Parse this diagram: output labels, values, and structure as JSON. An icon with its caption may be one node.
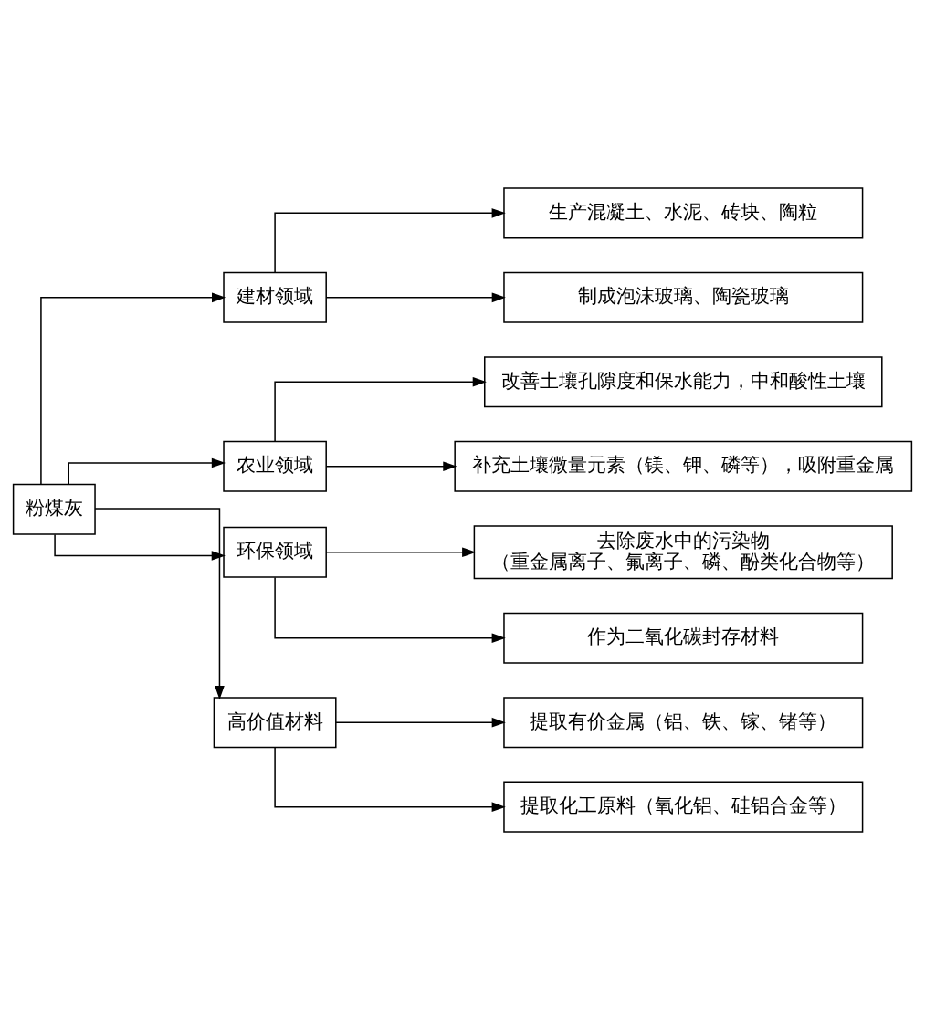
{
  "diagram": {
    "nodes": [
      {
        "text": [
          "粉煤灰"
        ]
      },
      {
        "text": [
          "建材领域"
        ]
      },
      {
        "text": [
          "生产混凝土、水泥、砖块、陶粒"
        ]
      },
      {
        "text": [
          "制成泡沫玻璃、陶瓷玻璃"
        ]
      },
      {
        "text": [
          "农业领域"
        ]
      },
      {
        "text": [
          "改善土壤孔隙度和保水能力，中和酸性土壤"
        ]
      },
      {
        "text": [
          "补充土壤微量元素（镁、钾、磷等），吸附重金属"
        ]
      },
      {
        "text": [
          "环保领域"
        ]
      },
      {
        "text": [
          "去除废水中的污染物",
          "（重金属离子、氟离子、磷、酚类化合物等）"
        ]
      },
      {
        "text": [
          "作为二氧化碳封存材料"
        ]
      },
      {
        "text": [
          "高价值材料"
        ]
      },
      {
        "text": [
          "提取有价金属（铝、铁、镓、锗等）"
        ]
      },
      {
        "text": [
          "提取化工原料（氧化铝、硅铝合金等）"
        ]
      }
    ],
    "edges": [
      {
        "from": 0,
        "to": 1,
        "arrow": "to"
      },
      {
        "from": 0,
        "to": 4,
        "arrow": "to"
      },
      {
        "from": 0,
        "to": 7,
        "arrow": "to"
      },
      {
        "from": 0,
        "to": 10,
        "arrow": "to"
      },
      {
        "from": 1,
        "to": 2,
        "arrow": "to"
      },
      {
        "from": 1,
        "to": 3,
        "arrow": "to"
      },
      {
        "from": 4,
        "to": 5,
        "arrow": "to"
      },
      {
        "from": 4,
        "to": 6,
        "arrow": "to"
      },
      {
        "from": 7,
        "to": 8,
        "arrow": "to"
      },
      {
        "from": 7,
        "to": 9,
        "arrow": "to"
      },
      {
        "from": 10,
        "to": 11,
        "arrow": "to"
      },
      {
        "from": 10,
        "to": 12,
        "arrow": "to"
      }
    ]
  }
}
